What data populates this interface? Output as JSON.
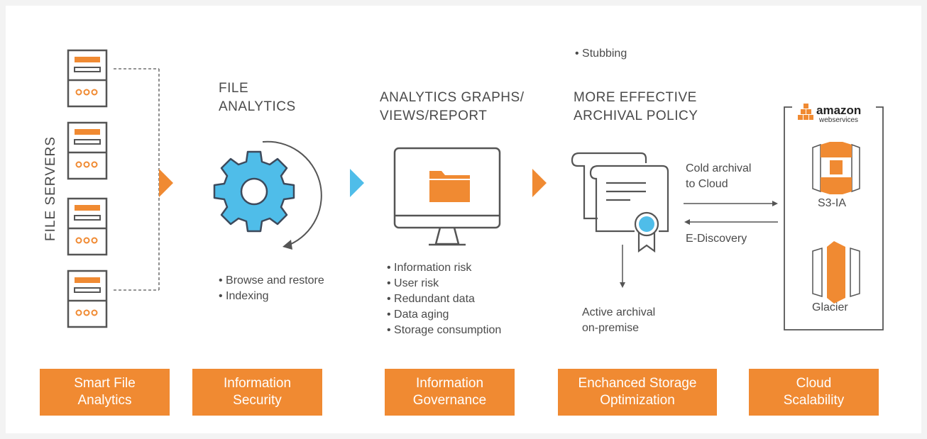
{
  "colors": {
    "accent": "#f08a32",
    "gear": "#4fbde9",
    "text": "#4a4a4a",
    "line": "#555555"
  },
  "file_servers": {
    "label": "FILE SERVERS",
    "count": 4
  },
  "file_analytics": {
    "heading": "FILE\nANALYTICS",
    "bullets": [
      "Browse and restore",
      "Indexing"
    ]
  },
  "analytics_graphs": {
    "heading": "ANALYTICS GRAPHS/\nVIEWS/REPORT",
    "bullets": [
      "Information risk",
      "User risk",
      "Redundant data",
      "Data aging",
      "Storage consumption"
    ]
  },
  "archival": {
    "top_bullet": "Stubbing",
    "heading": "MORE EFFECTIVE\nARCHIVAL POLICY",
    "active_label": "Active archival\non-premise"
  },
  "flows": {
    "to_cloud": "Cold archival\nto Cloud",
    "from_cloud": "E-Discovery"
  },
  "aws": {
    "logo_word": "amazon",
    "logo_sub": "webservices",
    "s3_label": "S3-IA",
    "glacier_label": "Glacier"
  },
  "boxes": [
    "Smart File\nAnalytics",
    "Information\nSecurity",
    "Information\nGovernance",
    "Enchanced Storage\nOptimization",
    "Cloud\nScalability"
  ],
  "icons": [
    "server-icon",
    "gear-icon",
    "rotate-arrow-icon",
    "monitor-icon",
    "folder-icon",
    "certificate-icon",
    "aws-logo-icon",
    "s3-icon",
    "glacier-icon"
  ]
}
